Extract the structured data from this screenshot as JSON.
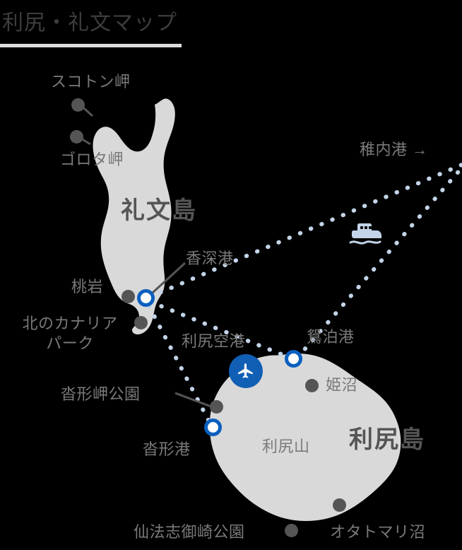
{
  "header": {
    "title": "利尻・礼文マップ"
  },
  "map": {
    "islands": [
      {
        "id": "rebun",
        "name": "礼文島"
      },
      {
        "id": "rishiri",
        "name": "利尻島"
      }
    ],
    "spots": [
      {
        "id": "sukoton-misaki",
        "label": "スコトン岬",
        "type": "sightseeing"
      },
      {
        "id": "gorota-misaki",
        "label": "ゴロタ岬",
        "type": "sightseeing"
      },
      {
        "id": "momoiwa",
        "label": "桃岩",
        "type": "sightseeing"
      },
      {
        "id": "kita-no-canary",
        "label": "北のカナリア",
        "label2": "パーク",
        "type": "sightseeing"
      },
      {
        "id": "kutsugata-misaki-koen",
        "label": "沓形岬公園",
        "type": "sightseeing"
      },
      {
        "id": "himenuma",
        "label": "姫沼",
        "type": "sightseeing"
      },
      {
        "id": "rishirizan",
        "label": "利尻山",
        "type": "mountain"
      },
      {
        "id": "otatomari-numa",
        "label": "オタトマリ沼",
        "type": "sightseeing"
      },
      {
        "id": "senhoshi-misaki-koen",
        "label": "仙法志御崎公園",
        "type": "sightseeing"
      }
    ],
    "ports": [
      {
        "id": "kafuka-ko",
        "label": "香深港"
      },
      {
        "id": "oshidomari-ko",
        "label": "鴛泊港"
      },
      {
        "id": "kutsugata-ko",
        "label": "沓形港"
      }
    ],
    "airports": [
      {
        "id": "rishiri-kuko",
        "label": "利尻空港"
      }
    ],
    "offscreen": [
      {
        "id": "wakkanai-ko",
        "label": "稚内港 →"
      }
    ],
    "icons": {
      "ferry": "ferry-icon",
      "airplane": "airplane-icon"
    },
    "colors": {
      "background": "#000000",
      "land": "#d9d9d9",
      "label_text": "#7a7a7a",
      "island_text": "#555555",
      "spot_dot": "#555555",
      "port_ring": "#0b5fbf",
      "airport_fill": "#115fb5",
      "route_dot": "#c3d4e8",
      "ferry_icon": "#c3d4e8",
      "title_rule": "#dddddd",
      "title_text": "#3d3d3d"
    },
    "routes": [
      {
        "id": "kafuka-wakkanai",
        "from": "香深港",
        "to": "稚内港"
      },
      {
        "id": "oshidomari-wakkanai",
        "from": "鴛泊港",
        "to": "稚内港"
      },
      {
        "id": "kafuka-oshidomari",
        "from": "香深港",
        "to": "鴛泊港"
      },
      {
        "id": "kafuka-kutsugata",
        "from": "香深港",
        "to": "沓形港"
      }
    ]
  }
}
